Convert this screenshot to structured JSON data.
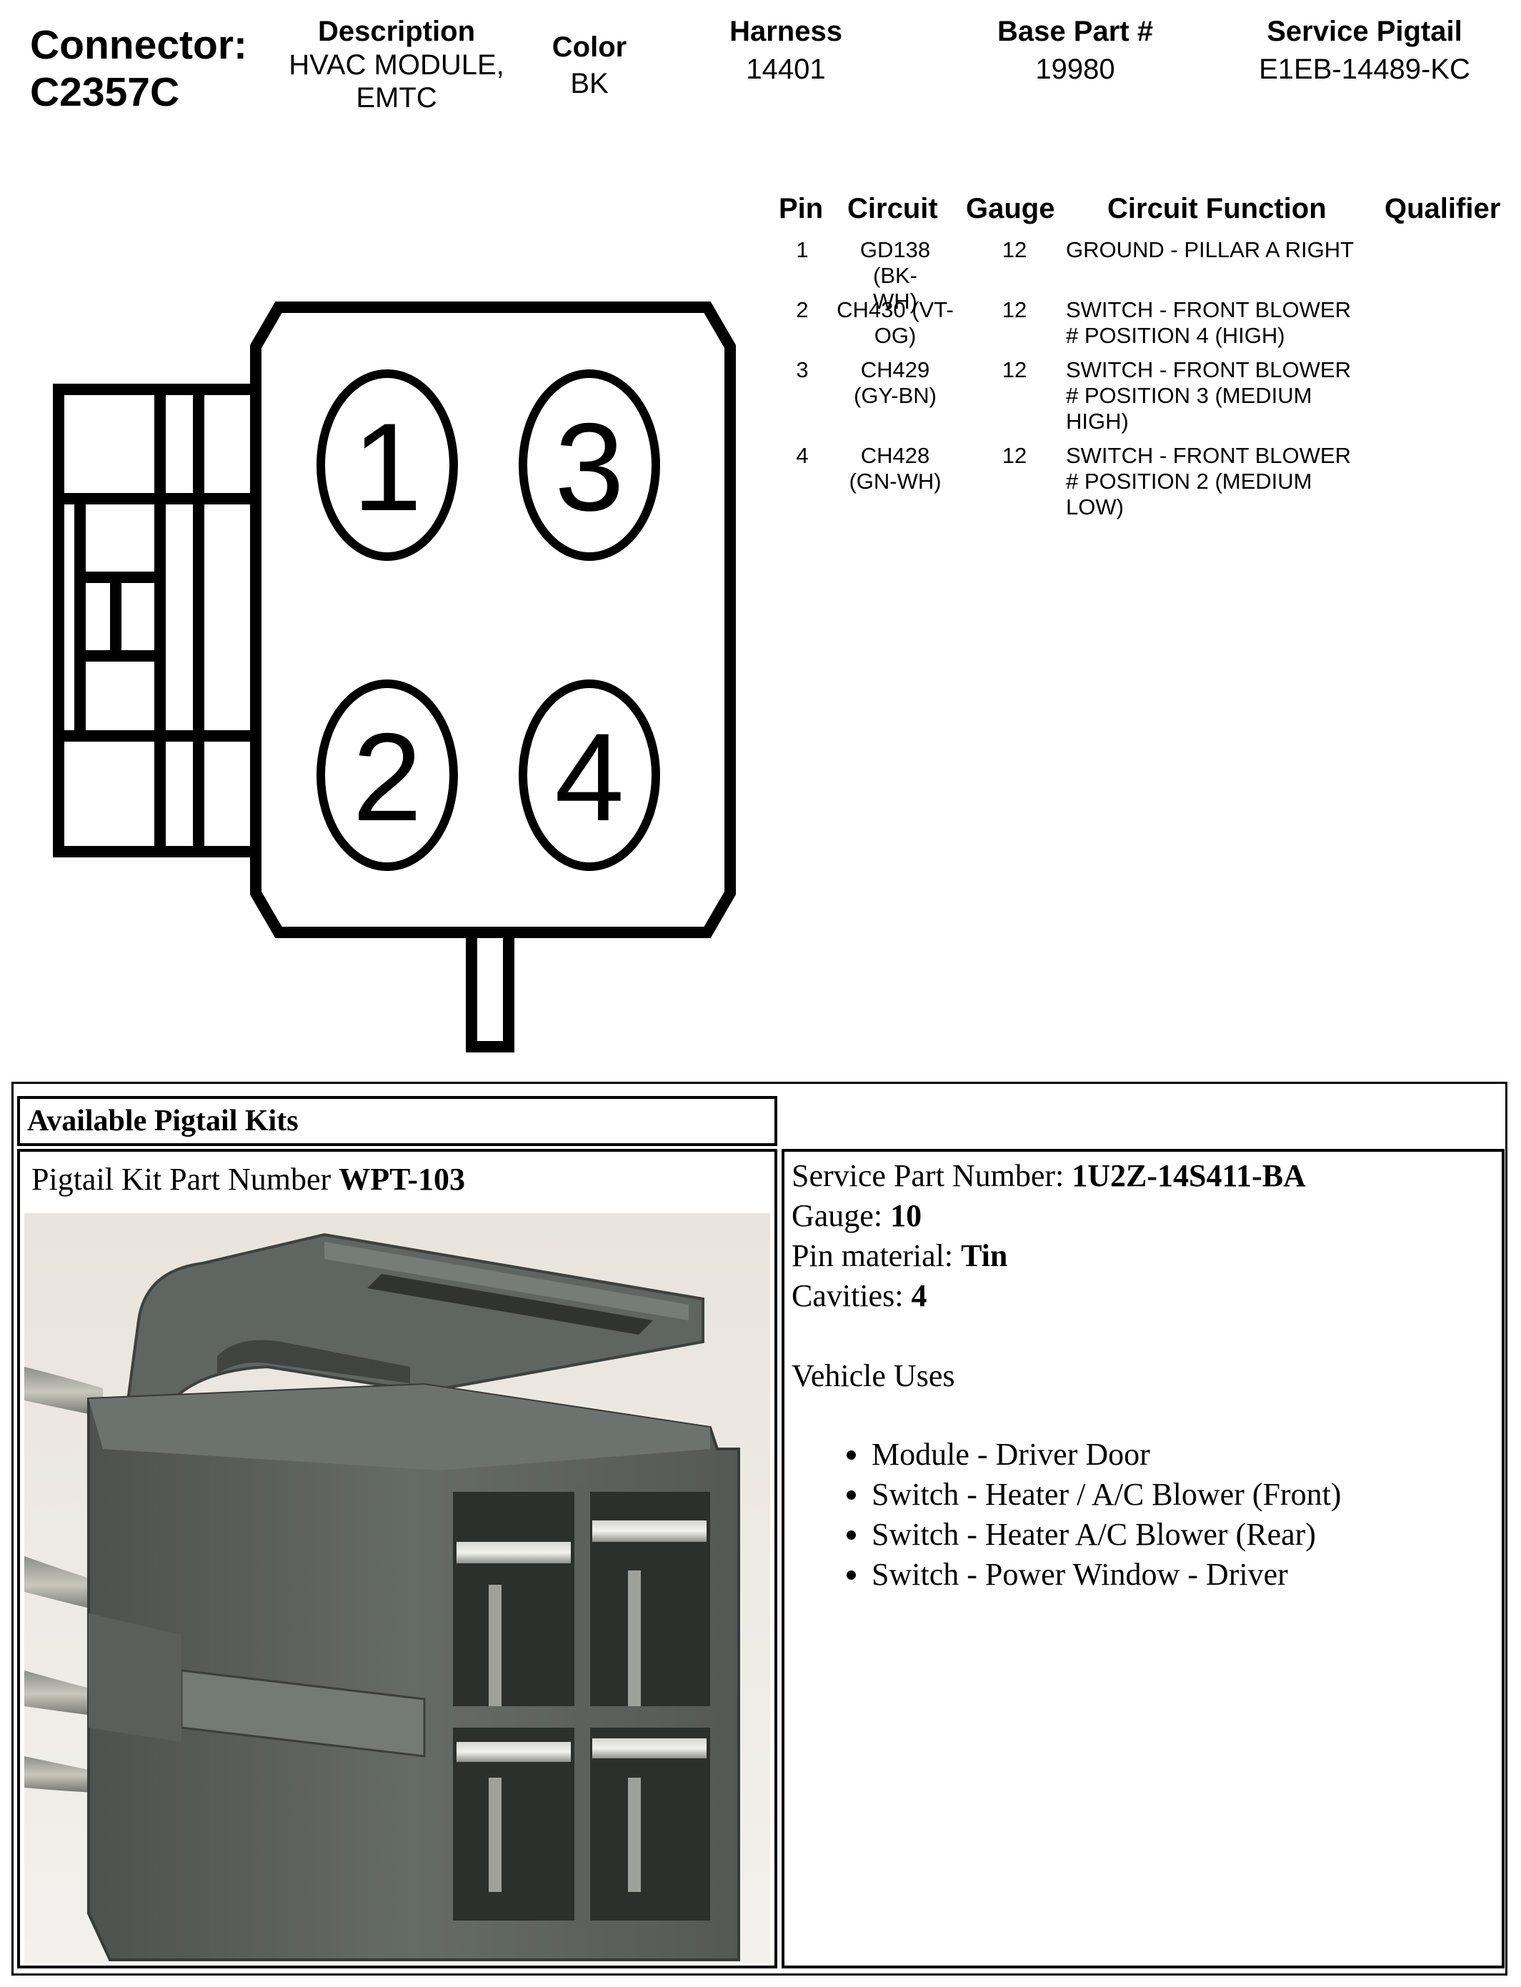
{
  "header": {
    "connector_label": "Connector:",
    "connector_id": "C2357C",
    "columns": [
      {
        "label": "Description",
        "value": [
          "HVAC MODULE,",
          "EMTC"
        ]
      },
      {
        "label": "Color",
        "value": [
          "BK"
        ]
      },
      {
        "label": "Harness",
        "value": [
          "14401"
        ]
      },
      {
        "label": "Base Part #",
        "value": [
          "19980"
        ]
      },
      {
        "label": "Service Pigtail",
        "value": [
          "E1EB-14489-KC"
        ]
      }
    ]
  },
  "pin_table": {
    "headers": [
      "Pin",
      "Circuit",
      "Gauge",
      "Circuit Function",
      "Qualifier"
    ],
    "rows": [
      {
        "pin": "1",
        "circuit": [
          "GD138 (BK-",
          "WH)"
        ],
        "gauge": "12",
        "function": [
          "GROUND - PILLAR A RIGHT"
        ],
        "qualifier": ""
      },
      {
        "pin": "2",
        "circuit": [
          "CH430 (VT-",
          "OG)"
        ],
        "gauge": "12",
        "function": [
          "SWITCH - FRONT BLOWER",
          "# POSITION 4 (HIGH)"
        ],
        "qualifier": ""
      },
      {
        "pin": "3",
        "circuit": [
          "CH429",
          "(GY-BN)"
        ],
        "gauge": "12",
        "function": [
          "SWITCH - FRONT BLOWER",
          "# POSITION 3 (MEDIUM",
          "HIGH)"
        ],
        "qualifier": ""
      },
      {
        "pin": "4",
        "circuit": [
          "CH428",
          "(GN-WH)"
        ],
        "gauge": "12",
        "function": [
          "SWITCH - FRONT BLOWER",
          "# POSITION 2 (MEDIUM",
          "LOW)"
        ],
        "qualifier": ""
      }
    ]
  },
  "diagram": {
    "cavity_labels": [
      "1",
      "3",
      "2",
      "4"
    ]
  },
  "pigtail": {
    "section_title": "Available Pigtail Kits",
    "kit_label": "Pigtail Kit Part Number",
    "kit_number": "WPT-103",
    "service_part_label": "Service Part Number:",
    "service_part_value": "1U2Z-14S411-BA",
    "gauge_label": "Gauge:",
    "gauge_value": "10",
    "pin_material_label": "Pin material:",
    "pin_material_value": "Tin",
    "cavities_label": "Cavities:",
    "cavities_value": "4",
    "vehicle_uses_label": "Vehicle Uses",
    "vehicle_uses": [
      "Module - Driver Door",
      "Switch - Heater / A/C Blower (Front)",
      "Switch - Heater A/C Blower (Rear)",
      "Switch - Power Window - Driver"
    ]
  },
  "colors": {
    "photo_background": "#f1eee9",
    "connector_gray": "#5d625e",
    "connector_dark": "#2f3431"
  }
}
